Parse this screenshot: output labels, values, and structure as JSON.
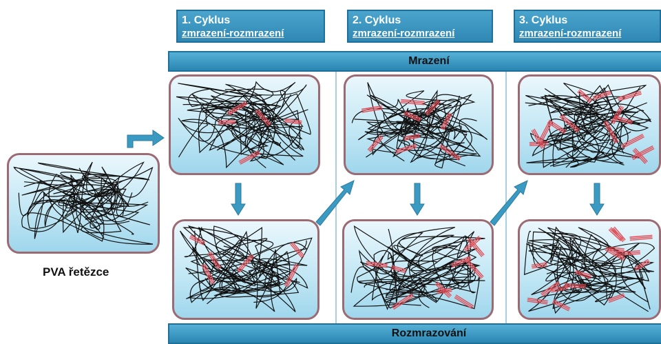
{
  "cycles": [
    {
      "line1": "1. Cyklus",
      "line2": "zmrazení-rozmrazení"
    },
    {
      "line1": "2. Cyklus",
      "line2": "zmrazení-rozmrazení"
    },
    {
      "line1": "3. Cyklus",
      "line2": "zmrazení-rozmrazení"
    }
  ],
  "freezing_label": "Mrazení",
  "thawing_label": "Rozmrazování",
  "source_label": "PVA řetězce",
  "colors": {
    "bar": "#2f88b4",
    "arrow": "#3a9ac2",
    "chain": "#111111",
    "crystallite": "#e0505a",
    "panel_border": "#9c6a72"
  }
}
